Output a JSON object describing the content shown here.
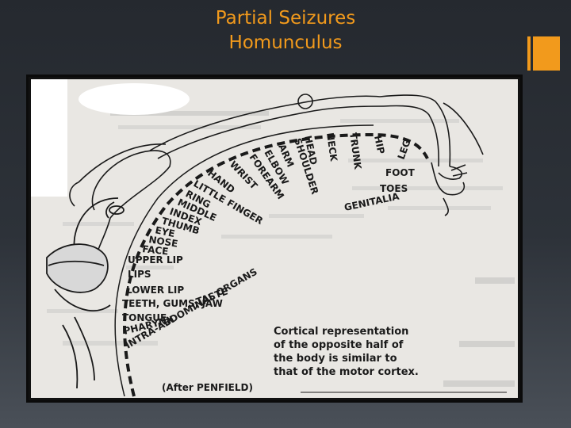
{
  "slide": {
    "title_line1": "Partial Seizures",
    "title_line2": "Homunculus",
    "accent_color": "#f29a1c"
  },
  "figure": {
    "labels": {
      "hip": "HIP",
      "trunk": "TRUNK",
      "neck": "NECK",
      "head": "HEAD",
      "shoulder": "SHOULDER",
      "arm": "ARM",
      "elbow": "ELBOW",
      "forearm": "FOREARM",
      "wrist": "WRIST",
      "hand": "HAND",
      "little_finger": "LITTLE FINGER",
      "ring": "RING",
      "middle": "MIDDLE",
      "index": "INDEX",
      "thumb": "THUMB",
      "eye": "EYE",
      "nose": "NOSE",
      "face": "FACE",
      "upper_lip": "UPPER LIP",
      "lips": "LIPS",
      "lower_lip": "LOWER LIP",
      "teeth_gums_jaw": "TEETH, GUMS, JAW",
      "tongue": "TONGUE",
      "taste": "TASTE",
      "pharynx": "PHARYNX",
      "intra_abdominal_organs": "INTRA-ABDOMINAL ORGANS",
      "leg": "LEG",
      "foot": "FOOT",
      "toes": "TOES",
      "genitalia": "GENITALIA"
    },
    "caption_line1": "Cortical representation",
    "caption_line2": "of the opposite half of",
    "caption_line3": "the body is similar to",
    "caption_line4": "that of the motor cortex.",
    "credit": "(After PENFIELD)"
  }
}
